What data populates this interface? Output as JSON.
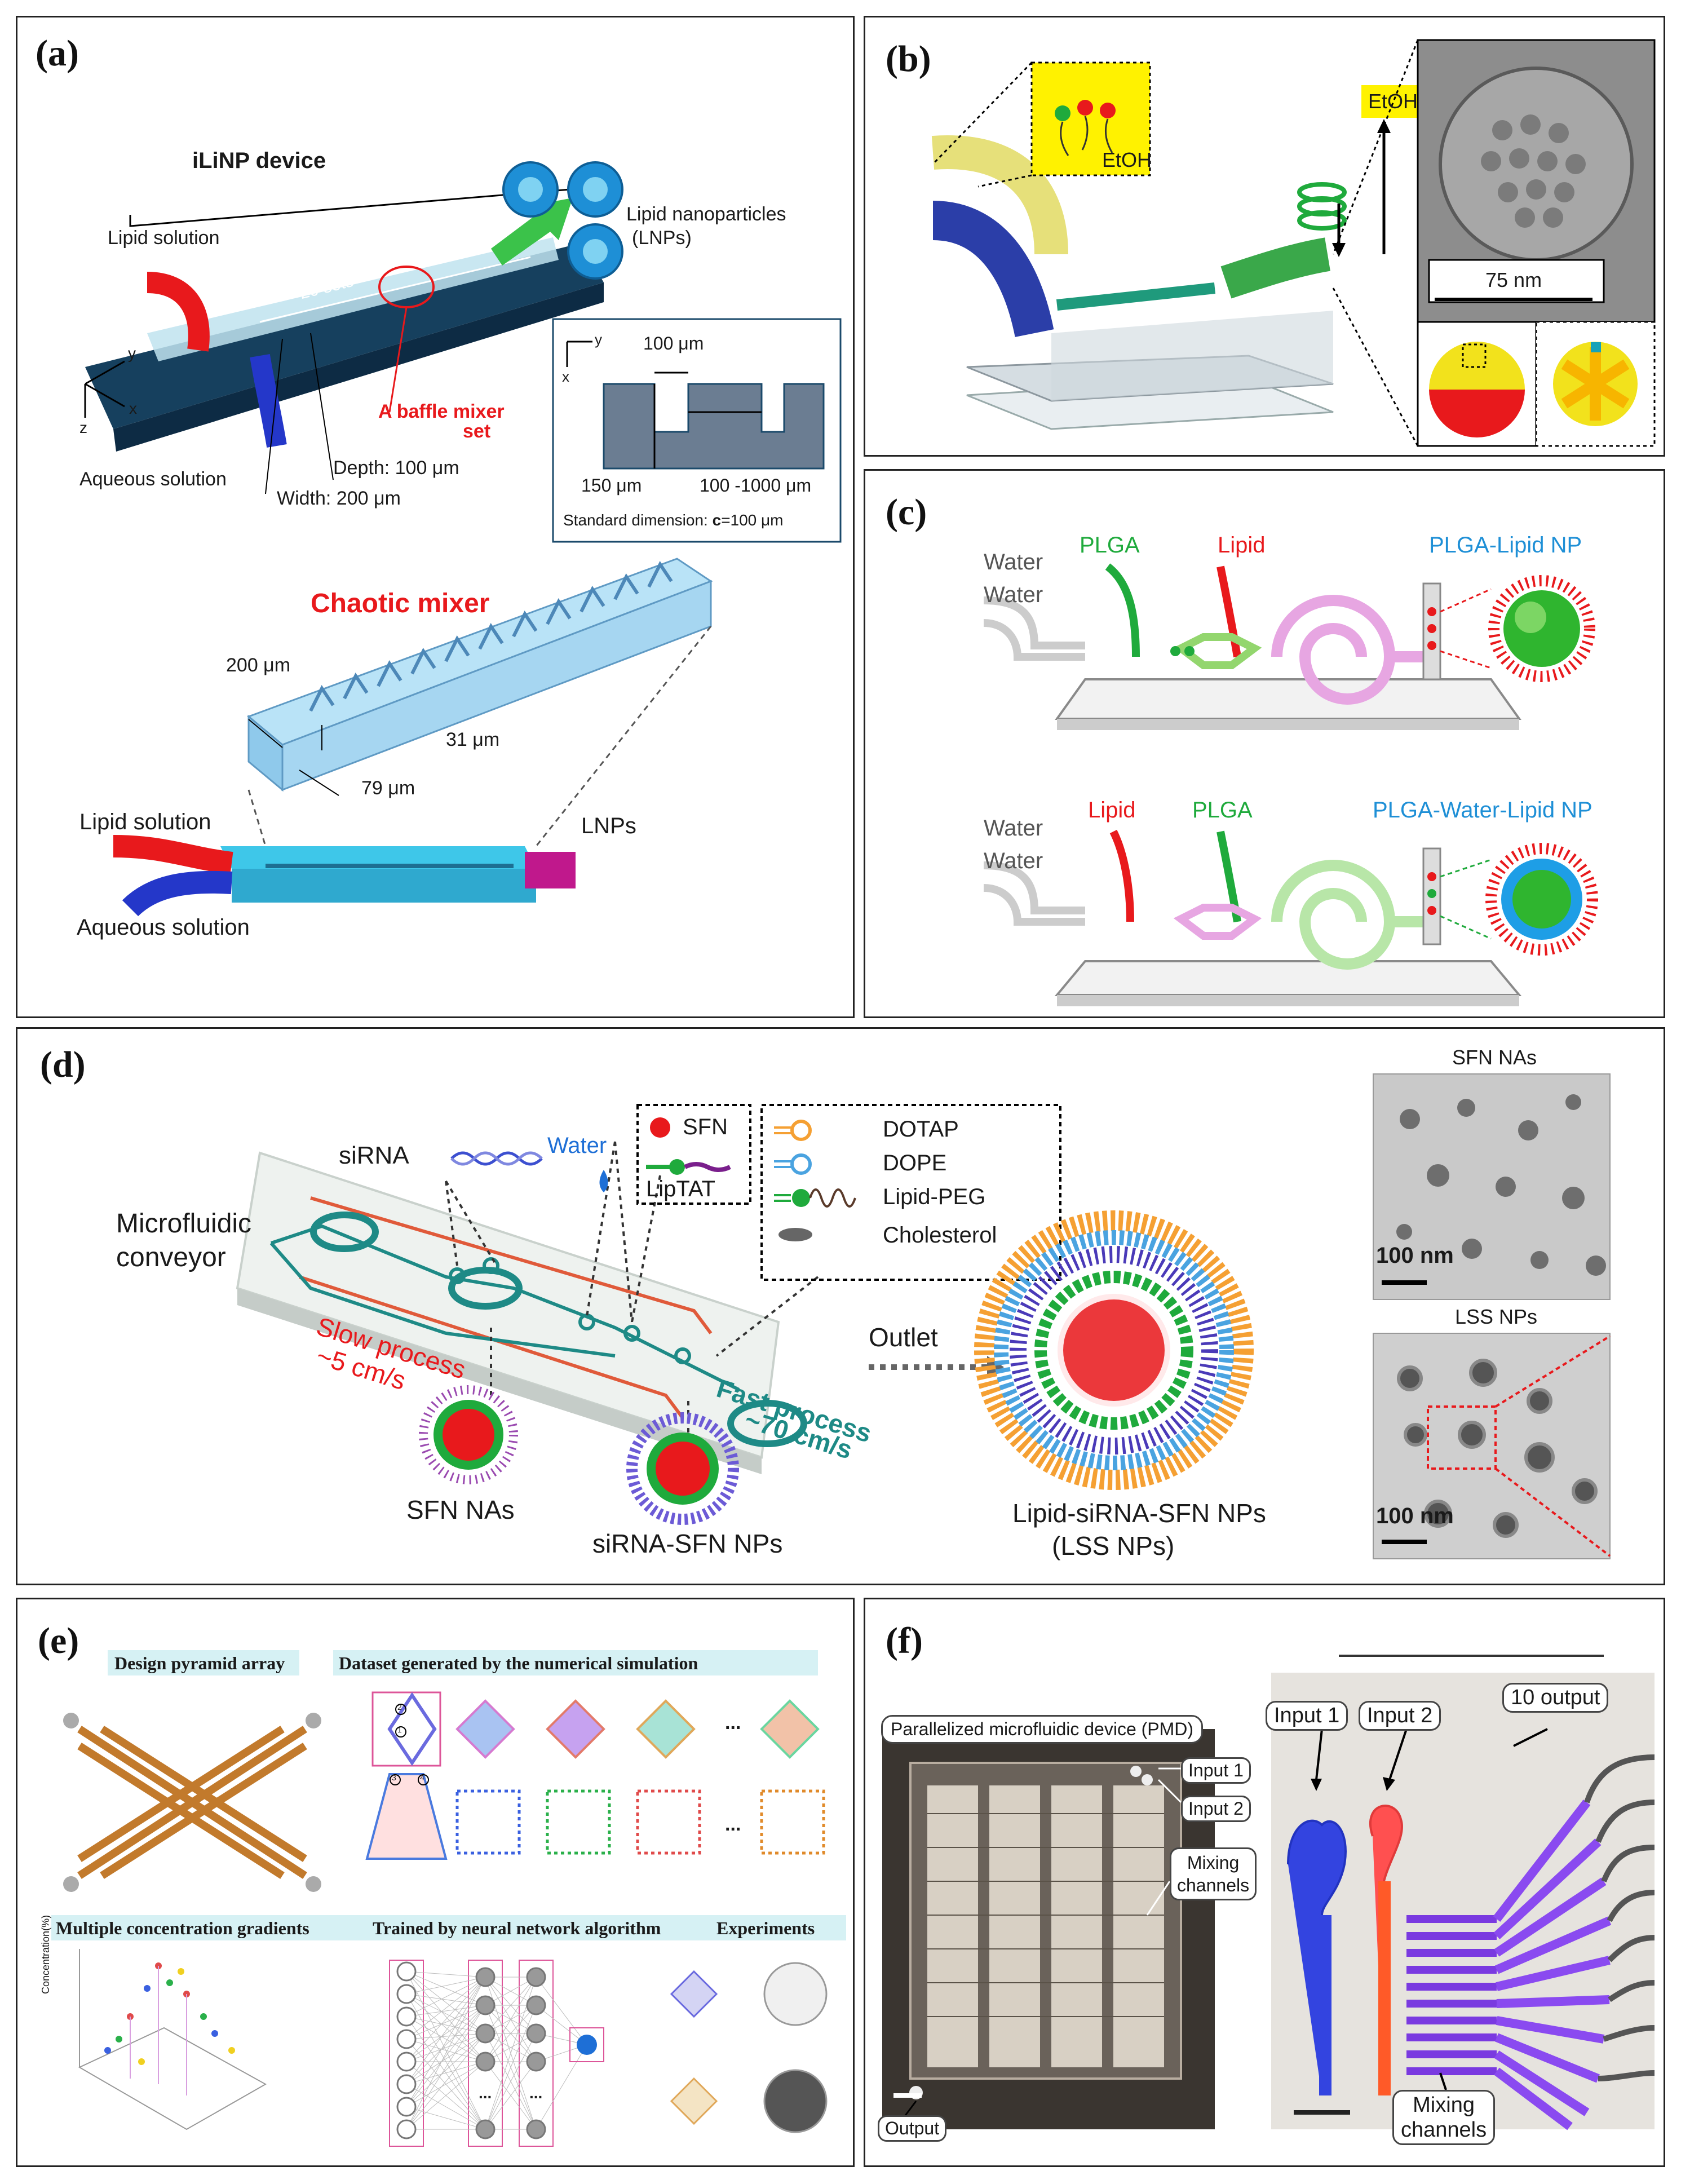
{
  "panels": {
    "a": {
      "label": "(a)",
      "device_title": "iLiNP device",
      "sets": "20 sets",
      "lipid_solution": "Lipid solution",
      "aqueous_solution": "Aqueous solution",
      "lnps_name": "Lipid nanoparticles",
      "lnps_abbr": "(LNPs)",
      "baffle_1": "A baffle mixer",
      "baffle_2": "set",
      "depth": "Depth: 100 μm",
      "width": "Width: 200 μm",
      "axis_x": "x",
      "axis_y": "y",
      "axis_z": "z",
      "inset_y": "y",
      "inset_x": "x",
      "inset_dim1": "100 μm",
      "inset_dim2": "150 μm",
      "inset_dim3": "100 -1000 μm",
      "inset_std_prefix": "Standard dimension: ",
      "inset_std_c": "c",
      "inset_std_suffix": "=100 μm",
      "chaotic_title": "Chaotic mixer",
      "chaotic_dim1": "200 μm",
      "chaotic_dim2": "31 μm",
      "chaotic_dim3": "79 μm",
      "chaotic_lipid": "Lipid solution",
      "chaotic_aqueous": "Aqueous solution",
      "chaotic_lnps": "LNPs"
    },
    "b": {
      "label": "(b)",
      "etoh_box": "EtOH",
      "etoh_inset": "EtOH",
      "scale": "75 nm"
    },
    "c": {
      "label": "(c)",
      "water1": "Water",
      "water2": "Water",
      "plga_top": "PLGA",
      "lipid_top": "Lipid",
      "np_top": "PLGA-Lipid NP",
      "water3": "Water",
      "water4": "Water",
      "lipid_bottom": "Lipid",
      "plga_bottom": "PLGA",
      "np_bottom": "PLGA-Water-Lipid NP"
    },
    "d": {
      "label": "(d)",
      "sirna": "siRNA",
      "water": "Water",
      "microfluidic_1": "Microfluidic",
      "microfluidic_2": "conveyor",
      "legend1": [
        "SFN",
        "LipTAT"
      ],
      "legend2": [
        "DOTAP",
        "DOPE",
        "Lipid-PEG",
        "Cholesterol"
      ],
      "slow_1": "Slow process",
      "slow_2": "~5 cm/s",
      "fast_1": "Fast process",
      "fast_2": "~70 cm/s",
      "outlet": "Outlet",
      "sfn_nas": "SFN NAs",
      "sirna_sfn": "siRNA-SFN NPs",
      "lss_1": "Lipid-siRNA-SFN NPs",
      "lss_2": "(LSS NPs)",
      "tem1_title": "SFN NAs",
      "tem1_scale": "100 nm",
      "tem2_title": "LSS NPs",
      "tem2_scale": "100 nm"
    },
    "e": {
      "label": "(e)",
      "design": "Design pyramid array",
      "dataset": "Dataset generated by the numerical simulation",
      "multiple": "Multiple concentration gradients",
      "trained": "Trained by neural network algorithm",
      "experiments": "Experiments",
      "dots": "...",
      "ylabel": "Concentration(%)",
      "num_a": "1",
      "num_b": "2",
      "num_c": "3",
      "num_d": "4"
    },
    "f": {
      "label": "(f)",
      "pmd": "Parallelized microfluidic device (PMD)",
      "input1": "Input 1",
      "input2": "Input 2",
      "mixing_1": "Mixing",
      "mixing_2": "channels",
      "output": "Output",
      "r_input1": "Input 1",
      "r_input2": "Input 2",
      "r_output": "10 output",
      "r_mixing_1": "Mixing",
      "r_mixing_2": "channels"
    }
  },
  "colors": {
    "lipid_red": "#e8191c",
    "plga_green": "#1faa3c",
    "np_blue": "#1e8fd6",
    "teal": "#1e8a86",
    "aqueous_blue": "#2437c9",
    "device_navy": "#16405e"
  }
}
